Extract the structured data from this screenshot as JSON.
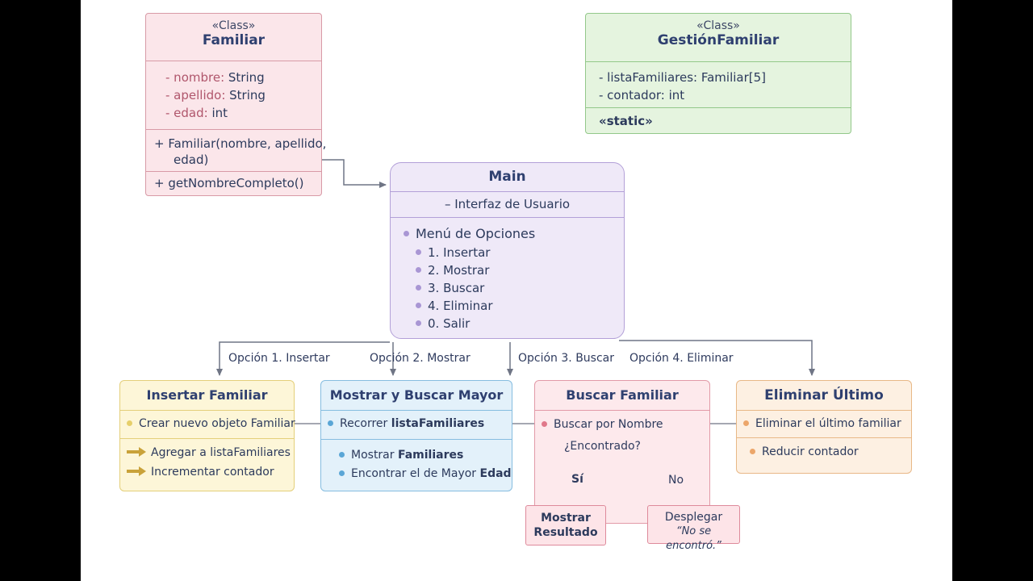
{
  "familiar": {
    "stereotype": "«Class»",
    "title": "Familiar",
    "attributes": [
      {
        "name": "- nombre:",
        "type": " String"
      },
      {
        "name": "- apellido:",
        "type": " String"
      },
      {
        "name": "- edad:",
        "type": " int"
      }
    ],
    "constructor_line1": "+ Familiar(nombre, apellido,",
    "constructor_line2": "edad)",
    "method": "+ getNombreCompleto()"
  },
  "gestion": {
    "stereotype": "«Class»",
    "title": "GestiónFamiliar",
    "attributes": [
      "- listaFamiliares: Familiar[5]",
      "- contador: int"
    ],
    "modifier": "«static»"
  },
  "main": {
    "title": "Main",
    "subtitle": "– Interfaz de Usuario",
    "menu_title": "Menú de Opciones",
    "menu_items": [
      "1. Insertar",
      "2. Mostrar",
      "3. Buscar",
      "4. Eliminar",
      "0. Salir"
    ]
  },
  "options": [
    "Opción 1. Insertar",
    "Opción 2. Mostrar",
    "Opción 3. Buscar",
    "Opción 4. Eliminar"
  ],
  "insertar": {
    "title": "Insertar Familiar",
    "item1": "Crear nuevo objeto Familiar",
    "item2": "Agregar a listaFamiliares",
    "item3": "Incrementar contador"
  },
  "mostrar": {
    "title": "Mostrar y Buscar Mayor",
    "item1_prefix": "Recorrer ",
    "item1_bold": "listaFamiliares",
    "item2_prefix": "Mostrar ",
    "item2_bold": "Familiares",
    "item3_prefix": "Encontrar el de Mayor ",
    "item3_bold": "Edad"
  },
  "buscar": {
    "title": "Buscar Familiar",
    "item1": "Buscar por Nombre",
    "question": "¿Encontrado?",
    "yes": "Sí",
    "no": "No",
    "result_line1": "Mostrar",
    "result_line2": "Resultado",
    "notfound_line1": "Desplegar",
    "notfound_line2": "“No se encontró.”"
  },
  "eliminar": {
    "title": "Eliminar Último",
    "item1": "Eliminar el último familiar",
    "item2": "Reducir contador"
  },
  "colors": {
    "line": "#6f7585",
    "pink_accent": "#b0566c",
    "yellow_dot": "#e6cf6a",
    "blue_dot": "#5aa6d6",
    "rose_dot": "#e0788a",
    "orange_dot": "#eca66a",
    "purple_dot": "#a996d4",
    "arrow_gold": "#c9a23a",
    "diamond_star": "#3aa65a"
  }
}
